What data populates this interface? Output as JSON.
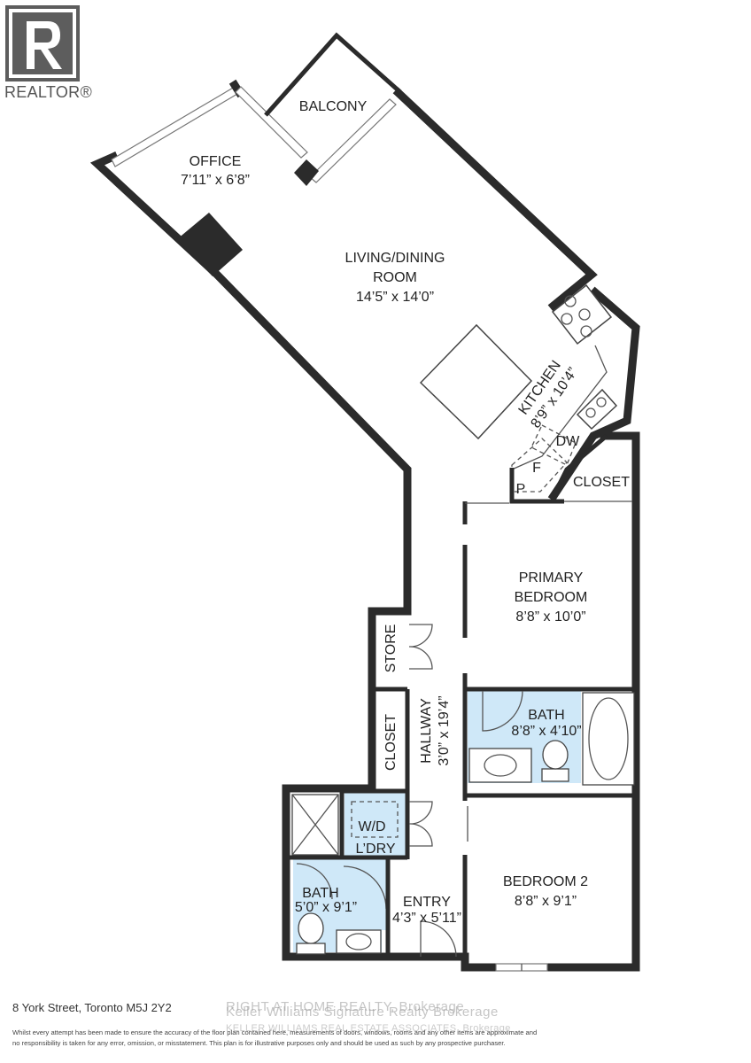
{
  "brand": {
    "logo_text": "REALTOR®",
    "logo_icon": "realtor-r-icon",
    "logo_color": "#5d5d5d"
  },
  "rooms": {
    "balcony": {
      "name": "BALCONY"
    },
    "office": {
      "name": "OFFICE",
      "size": "7’11” x 6’8”"
    },
    "living": {
      "name_line1": "LIVING/DINING",
      "name_line2": "ROOM",
      "size": "14’5” x 14’0”"
    },
    "kitchen": {
      "name": "KITCHEN",
      "size": "8’9” x 10’4”"
    },
    "dw": "DW",
    "fridge": "F",
    "pantry": "P",
    "closet_top": "CLOSET",
    "primary": {
      "name_line1": "PRIMARY",
      "name_line2": "BEDROOM",
      "size": "8’8” x 10’0”"
    },
    "store": "STORE",
    "hallway": {
      "name": "HALLWAY",
      "size": "3’0” x 19’4”"
    },
    "closet_hall": "CLOSET",
    "bath_primary": {
      "name": "BATH",
      "size": "8’8” x 4’10”"
    },
    "wd": "W/D",
    "laundry": "L’DRY",
    "bath_small": {
      "name": "BATH",
      "size": "5’0” x 9’1”"
    },
    "entry": {
      "name": "ENTRY",
      "size": "4’3” x 5’11”"
    },
    "bedroom2": {
      "name": "BEDROOM 2",
      "size": "8’8” x 9’1”"
    }
  },
  "footer": {
    "address": "8 York Street, Toronto M5J 2Y2",
    "disclaimer": "Whilst every attempt has been made to ensure the accuracy of the floor plan contained here, measurements of doors, windows, rooms and any other items are approximate and no responsibility is taken for any error, omission, or misstatement. This plan is for illustrative purposes only and should be used as such by any prospective purchaser.",
    "watermark1": "RIGHT AT HOME REALTY, Brokerage",
    "watermark2": "Keller Williams Signature Realty Brokerage",
    "watermark3": "KELLER WILLIAMS REAL ESTATE ASSOCIATES, Brokerage"
  },
  "colors": {
    "wall": "#2b2b2b",
    "bath_fill": "#cfe8f8"
  }
}
